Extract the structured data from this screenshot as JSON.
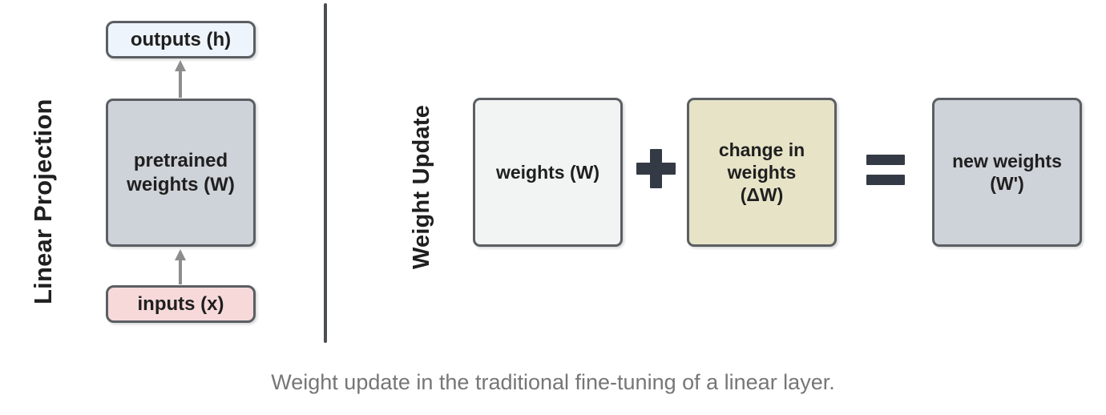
{
  "figure": {
    "caption": "Weight update in the traditional fine-tuning of a linear layer."
  },
  "sections": {
    "left": {
      "label": "Linear Projection",
      "nodes": {
        "outputs": {
          "label": "outputs (h)",
          "fill": "#eef4fb"
        },
        "pretrained_weights": {
          "label": "pretrained\nweights (W)",
          "fill": "#ced2d9"
        },
        "inputs": {
          "label": "inputs  (x)",
          "fill": "#f7d9da"
        }
      },
      "arrows": [
        {
          "name": "inputs-to-pretrained-weights",
          "direction": "up"
        },
        {
          "name": "pretrained-weights-to-outputs",
          "direction": "up"
        }
      ]
    },
    "right": {
      "label": "Weight Update",
      "nodes": {
        "weights": {
          "label": "weights (W)",
          "fill": "#f2f3f3"
        },
        "change_in_weights": {
          "label": "change in\nweights\n(ΔW)",
          "fill": "#e6e3c7"
        },
        "new_weights": {
          "label": "new weights\n(W')",
          "fill": "#ced2d9"
        }
      },
      "operators": {
        "plus": "+",
        "equals": "="
      }
    }
  },
  "style": {
    "border_color": "#5b5f63",
    "divider_color": "#4b4f54",
    "arrow_color": "#8d8d8d",
    "operator_color": "#343a45",
    "caption_color": "#767676",
    "text_color": "#1f1f1f",
    "background": "#ffffff"
  }
}
